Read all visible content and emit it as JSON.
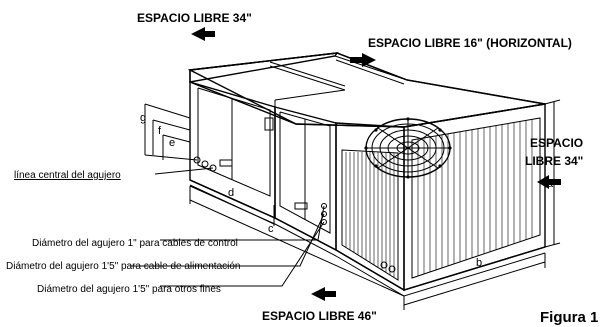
{
  "clearances": {
    "top_left": "ESPACIO LIBRE 34\"",
    "top_right": "ESPACIO LIBRE 16\" (HORIZONTAL)",
    "right_line1": "ESPACIO",
    "right_line2": "LIBRE 34\"",
    "bottom": "ESPACIO LIBRE 46\""
  },
  "callouts": {
    "hole_center": "línea central del agujero",
    "control_hole": "Diámetro  del agujero 1\" para cables de control",
    "power_hole": "Diámetro del agujero 1'5\" para cable de alimentación",
    "other_hole": "Diámetro del agujero 1'5\" para otros fines"
  },
  "dimensions": {
    "a": "a",
    "b": "b",
    "c": "c",
    "d": "d",
    "e": "e",
    "f": "f",
    "g": "g"
  },
  "figure_label": "Figura 1"
}
